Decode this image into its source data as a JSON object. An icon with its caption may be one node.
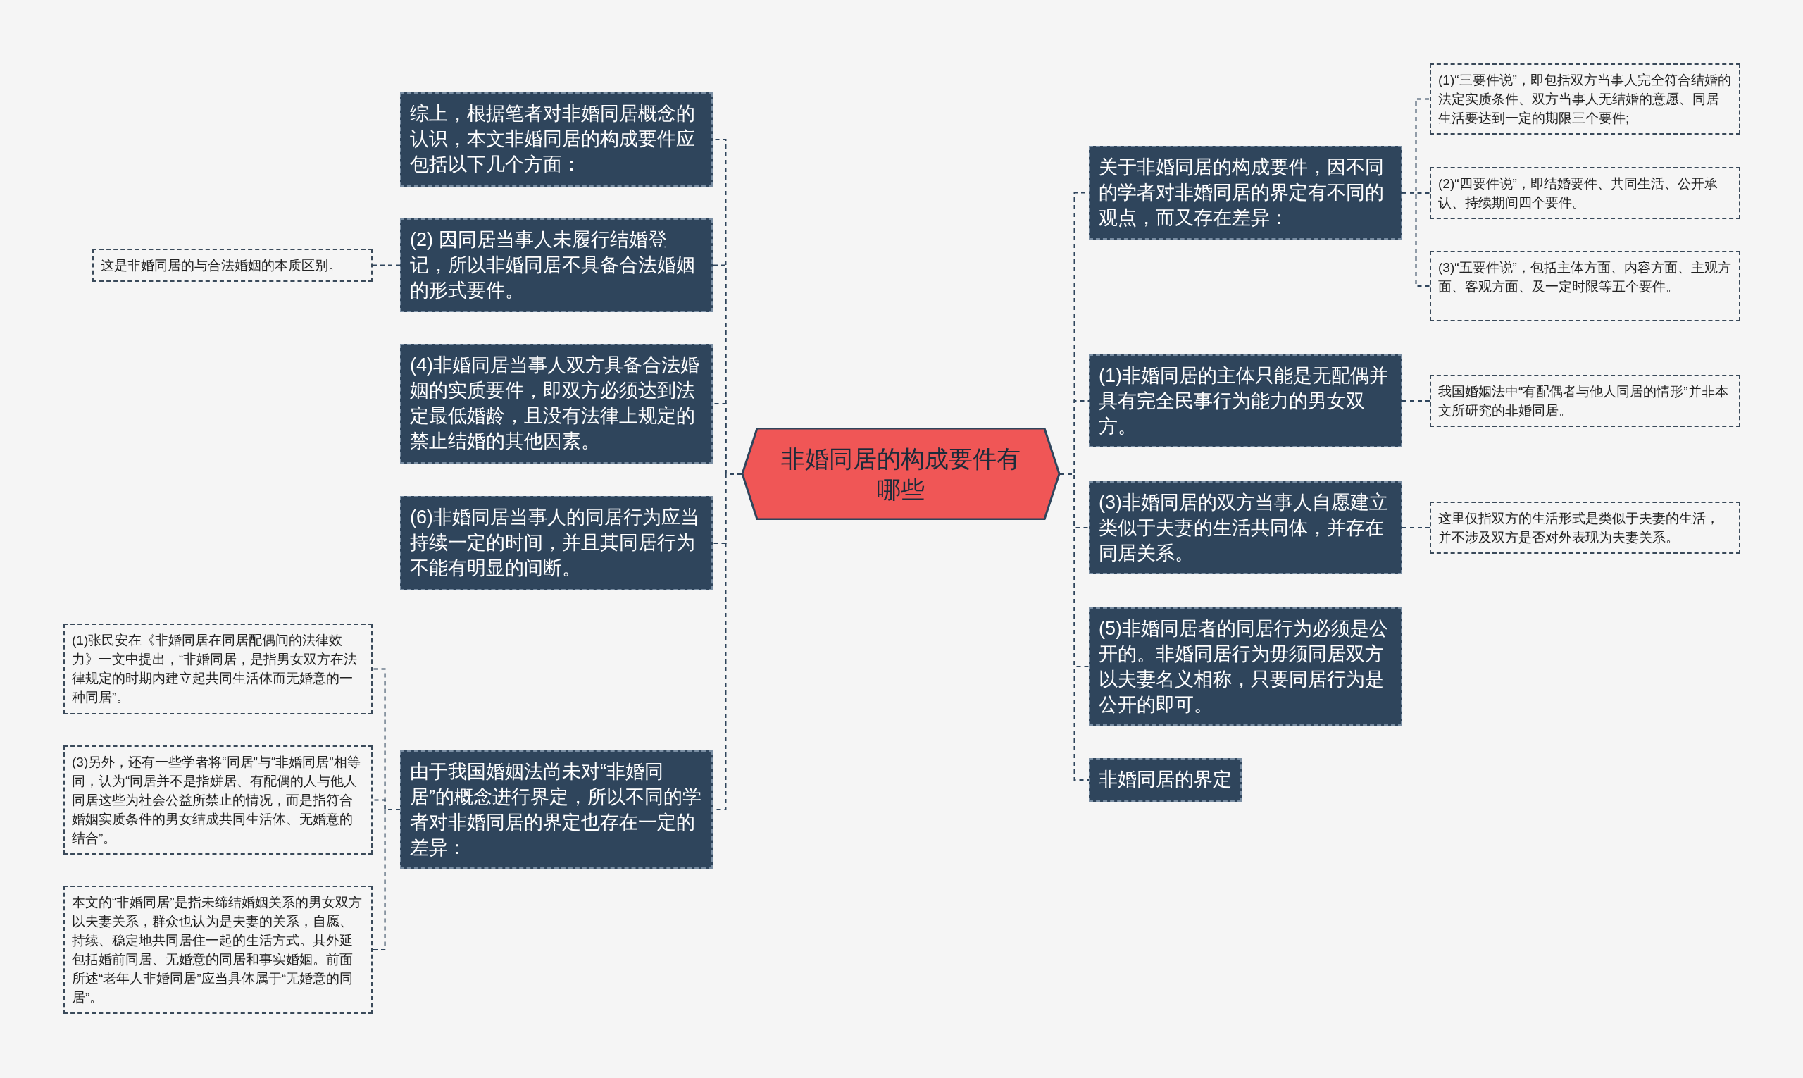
{
  "diagram": {
    "nodes": [
      {
        "text": [
          "非婚同居的构成要件有哪些"
        ]
      },
      {
        "text": [
          "综上，根据笔者对非婚同居概念的认识，本文非婚同居的构成要件应包括以下几个方面："
        ]
      },
      {
        "text": [
          "(2) 因同居当事人未履行结婚登记，所以非婚同居不具备合法婚姻的形式要件。"
        ]
      },
      {
        "text": [
          "这是非婚同居的与合法婚姻的本质区别。"
        ]
      },
      {
        "text": [
          "(4)非婚同居当事人双方具备合法婚姻的实质要件，即双方必须达到法定最低婚龄，且没有法律上规定的禁止结婚的其他因素。"
        ]
      },
      {
        "text": [
          "(6)非婚同居当事人的同居行为应当持续一定的时间，并且其同居行为不能有明显的间断。"
        ]
      },
      {
        "text": [
          "由于我国婚姻法尚未对“非婚同居”的概念进行界定，所以不同的学者对非婚同居的界定也存在一定的差异："
        ]
      },
      {
        "text": [
          "(1)张民安在《非婚同居在同居配偶间的法律效力》一文中提出，“非婚同居，是指男女双方在法律规定的时期内建立起共同生活体而无婚意的一种同居”。"
        ]
      },
      {
        "text": [
          "(3)另外，还有一些学者将“同居”与“非婚同居”相等同，认为“同居并不是指姘居、有配偶的人与他人同居这些为社会公益所禁止的情况，而是指符合婚姻实质条件的男女结成共同生活体、无婚意的结合”。"
        ]
      },
      {
        "text": [
          "本文的“非婚同居”是指未缔结婚姻关系的男女双方以夫妻关系，群众也认为是夫妻的关系，自愿、持续、稳定地共同居住一起的生活方式。其外延包括婚前同居、无婚意的同居和事实婚姻。前面所述“老年人非婚同居”应当具体属于“无婚意的同居”。"
        ]
      },
      {
        "text": [
          "关于非婚同居的构成要件，因不同的学者对非婚同居的界定有不同的观点，而又存在差异："
        ]
      },
      {
        "text": [
          "(1)“三要件说”，即包括双方当事人完全符合结婚的法定实质条件、双方当事人无结婚的意愿、同居生活要达到一定的期限三个要件;"
        ]
      },
      {
        "text": [
          "(2)“四要件说”，即结婚要件、共同生活、公开承认、持续期间四个要件。"
        ]
      },
      {
        "text": [
          "(3)“五要件说”，包括主体方面、内容方面、主观方面、客观方面、及一定时限等五个要件。"
        ]
      },
      {
        "text": [
          "(1)非婚同居的主体只能是无配偶并具有完全民事行为能力的男女双方。"
        ]
      },
      {
        "text": [
          "我国婚姻法中“有配偶者与他人同居的情形”并非本文所研究的非婚同居。"
        ]
      },
      {
        "text": [
          "(3)非婚同居的双方当事人自愿建立类似于夫妻的生活共同体，并存在同居关系。"
        ]
      },
      {
        "text": [
          "这里仅指双方的生活形式是类似于夫妻的生活，并不涉及双方是否对外表现为夫妻关系。"
        ]
      },
      {
        "text": [
          "(5)非婚同居者的同居行为必须是公开的。非婚同居行为毋须同居双方以夫妻名义相称，只要同居行为是公开的即可。"
        ]
      },
      {
        "text": [
          "非婚同居的界定"
        ]
      }
    ],
    "edges": [
      {
        "from": 0,
        "to": 1,
        "arrow": "none"
      },
      {
        "from": 0,
        "to": 2,
        "arrow": "none"
      },
      {
        "from": 2,
        "to": 3,
        "arrow": "none"
      },
      {
        "from": 0,
        "to": 4,
        "arrow": "none"
      },
      {
        "from": 0,
        "to": 5,
        "arrow": "none"
      },
      {
        "from": 0,
        "to": 6,
        "arrow": "none"
      },
      {
        "from": 6,
        "to": 7,
        "arrow": "none"
      },
      {
        "from": 6,
        "to": 8,
        "arrow": "none"
      },
      {
        "from": 6,
        "to": 9,
        "arrow": "none"
      },
      {
        "from": 0,
        "to": 10,
        "arrow": "none"
      },
      {
        "from": 10,
        "to": 11,
        "arrow": "none"
      },
      {
        "from": 10,
        "to": 12,
        "arrow": "none"
      },
      {
        "from": 10,
        "to": 13,
        "arrow": "none"
      },
      {
        "from": 0,
        "to": 14,
        "arrow": "none"
      },
      {
        "from": 14,
        "to": 15,
        "arrow": "none"
      },
      {
        "from": 0,
        "to": 16,
        "arrow": "none"
      },
      {
        "from": 16,
        "to": 17,
        "arrow": "none"
      },
      {
        "from": 0,
        "to": 18,
        "arrow": "none"
      },
      {
        "from": 0,
        "to": 19,
        "arrow": "none"
      }
    ]
  }
}
